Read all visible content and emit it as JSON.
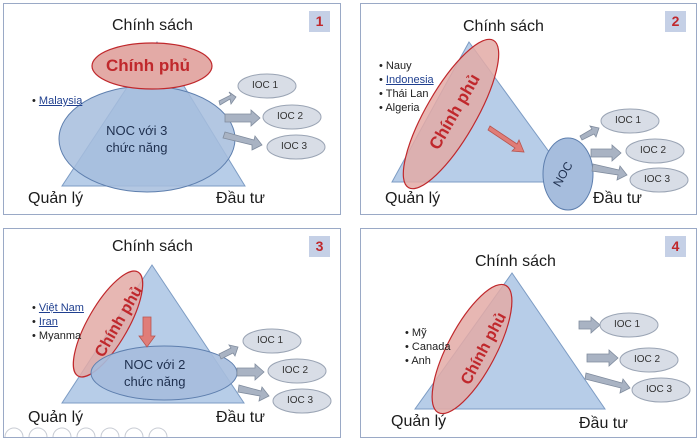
{
  "labels": {
    "policy": "Chính sách",
    "government": "Chính phủ",
    "management": "Quản lý",
    "investment": "Đầu tư",
    "ioc1": "IOC 1",
    "ioc2": "IOC 2",
    "ioc3": "IOC 3",
    "noc": "NOC"
  },
  "panels": [
    {
      "number": "1",
      "countries": [
        "Malaysia"
      ],
      "noc_text": [
        "NOC với 3",
        "chức năng"
      ]
    },
    {
      "number": "2",
      "countries": [
        "Nauy",
        "Indonesia",
        "Thái Lan",
        "Algeria"
      ]
    },
    {
      "number": "3",
      "countries": [
        "Việt Nam",
        "Iran",
        "Myanma"
      ],
      "noc_text": [
        "NOC với 2",
        "chức năng"
      ]
    },
    {
      "number": "4",
      "countries": [
        "Mỹ",
        "Canada",
        "Anh"
      ]
    }
  ],
  "colors": {
    "triangle": "#b7cde8",
    "noc_ellipse": "#a6bddd",
    "gov_ellipse": "#e3aaa6",
    "ioc": "#d8dde6",
    "arrow": "#a9b3c3",
    "accent": "#c0282c"
  }
}
